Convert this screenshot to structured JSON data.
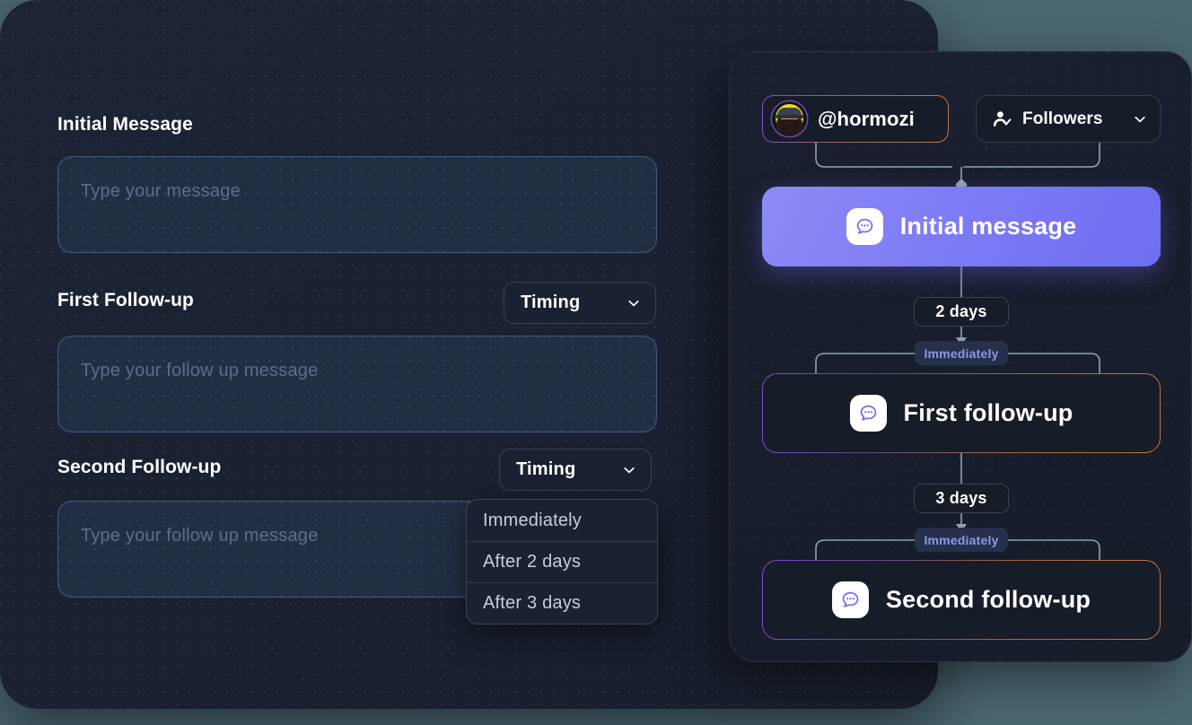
{
  "theme": {
    "page_background": "#4a6671",
    "panel_background": "#1a2130",
    "accent_purple": "#7d7bf5",
    "accent_orange": "#c2783f",
    "pill_text": "#8b97ea"
  },
  "editor": {
    "fields": [
      {
        "label": "Initial Message",
        "placeholder": "Type your message",
        "timing": null
      },
      {
        "label": "First Follow-up",
        "placeholder": "Type your follow up message",
        "timing": "Timing"
      },
      {
        "label": "Second Follow-up",
        "placeholder": "Type your follow up message",
        "timing": "Timing"
      }
    ],
    "timing_dropdown": {
      "open": true,
      "options": [
        "Immediately",
        "After 2 days",
        "After 3 days"
      ]
    }
  },
  "flow": {
    "header": {
      "account": {
        "handle": "@hormozi",
        "avatar_icon": "avatar-hormozi"
      },
      "audience": {
        "label": "Followers",
        "icon": "person-check-icon",
        "chevron": "chevron-down-icon"
      }
    },
    "nodes": [
      {
        "label": "Initial message",
        "icon": "chat-bubble-icon",
        "style": "filled"
      },
      {
        "label": "First follow-up",
        "icon": "chat-bubble-icon",
        "style": "outline"
      },
      {
        "label": "Second follow-up",
        "icon": "chat-bubble-icon",
        "style": "outline"
      }
    ],
    "connectors": [
      {
        "delay_label": "2 days",
        "condition_label": "Immediately"
      },
      {
        "delay_label": "3 days",
        "condition_label": "Immediately"
      }
    ]
  }
}
